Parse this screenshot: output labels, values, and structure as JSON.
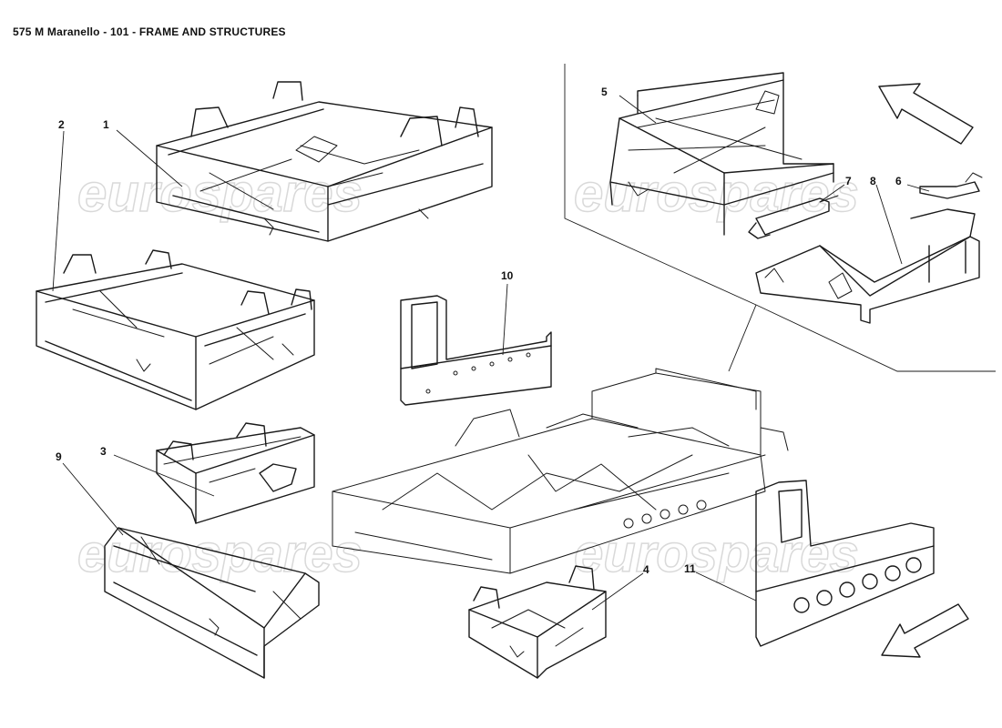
{
  "title": "575 M Maranello - 101 - FRAME AND STRUCTURES",
  "watermark": "eurospares",
  "callouts": [
    "1",
    "2",
    "3",
    "4",
    "5",
    "6",
    "7",
    "8",
    "9",
    "10",
    "11"
  ],
  "colors": {
    "line": "#1a1a1a",
    "background": "#ffffff",
    "watermark": "#d9d9d9"
  }
}
